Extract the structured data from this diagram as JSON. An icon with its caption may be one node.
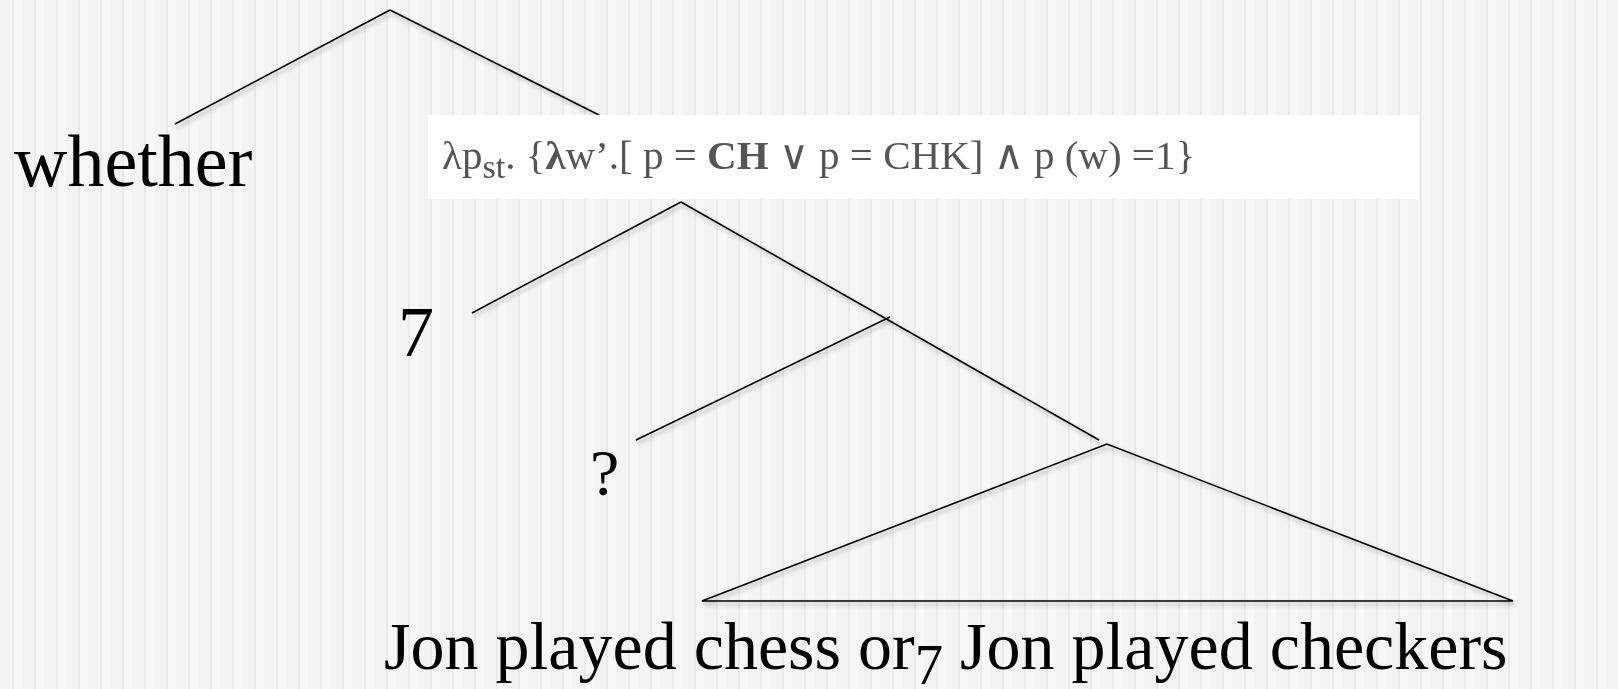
{
  "diagram": {
    "nodes": [
      {
        "text": [
          "whether"
        ]
      },
      {
        "text": [
          "λp$_{st}$. {**λ**w’.[ p = **CH** ∨ p = CHK] ∧ p (w) =1}"
        ]
      },
      {
        "text": [
          "7"
        ]
      },
      {
        "text": [
          "?"
        ]
      },
      {
        "text": [
          "Jon played chess or$_{7}$ Jon played checkers"
        ]
      }
    ],
    "edges": [
      {
        "from": null,
        "to": 0,
        "arrow": "none"
      },
      {
        "from": null,
        "to": 1,
        "arrow": "none"
      },
      {
        "from": 1,
        "to": 2,
        "arrow": "none"
      },
      {
        "from": 1,
        "to": 4,
        "arrow": "none"
      },
      {
        "from": null,
        "to": 3,
        "arrow": "none"
      }
    ]
  }
}
